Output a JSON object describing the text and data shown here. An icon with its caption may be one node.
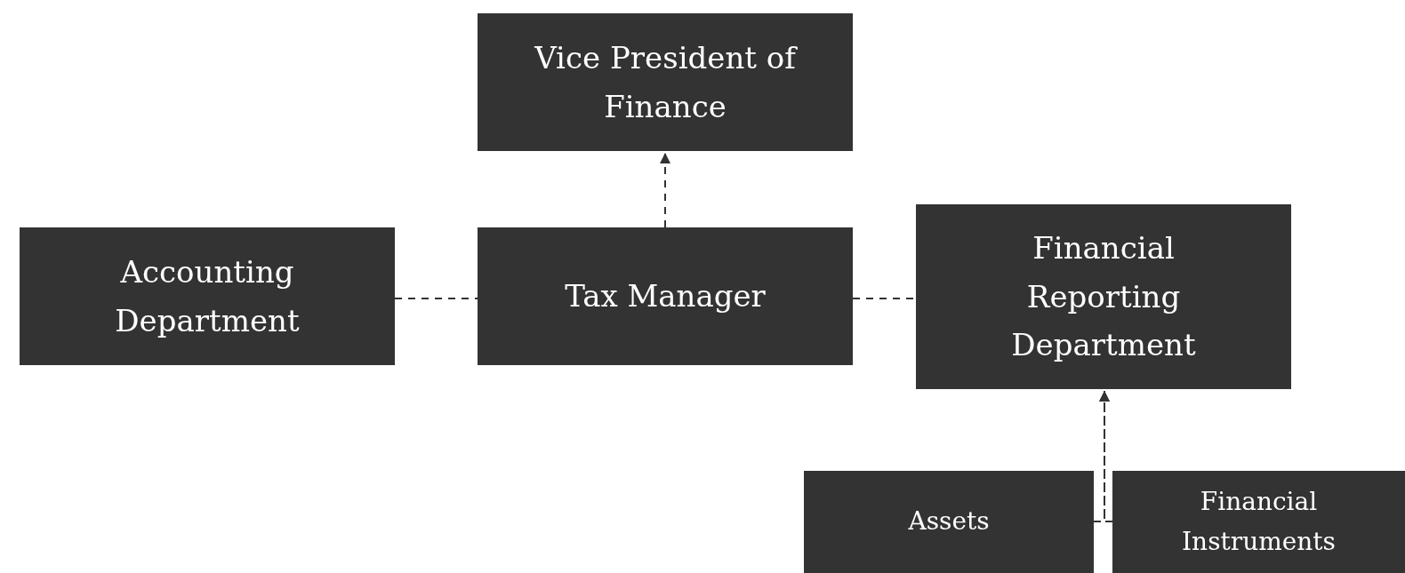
{
  "diagram": {
    "nodes": [
      {
        "text": [
          "Vice President of Finance"
        ]
      },
      {
        "text": [
          "Accounting Department"
        ]
      },
      {
        "text": [
          "Tax Manager"
        ]
      },
      {
        "text": [
          "Financial Reporting Department"
        ]
      },
      {
        "text": [
          "Assets"
        ]
      },
      {
        "text": [
          "Financial Instruments"
        ]
      }
    ],
    "edges": [
      {
        "from": 2,
        "to": 0,
        "arrow": "to",
        "style": "dashed"
      },
      {
        "from": 1,
        "to": 2,
        "arrow": "none",
        "style": "dashed"
      },
      {
        "from": 2,
        "to": 3,
        "arrow": "none",
        "style": "dashed"
      },
      {
        "from": 4,
        "to": 3,
        "arrow": "to",
        "style": "dashed"
      },
      {
        "from": 5,
        "to": 3,
        "arrow": "to",
        "style": "dashed"
      }
    ]
  }
}
